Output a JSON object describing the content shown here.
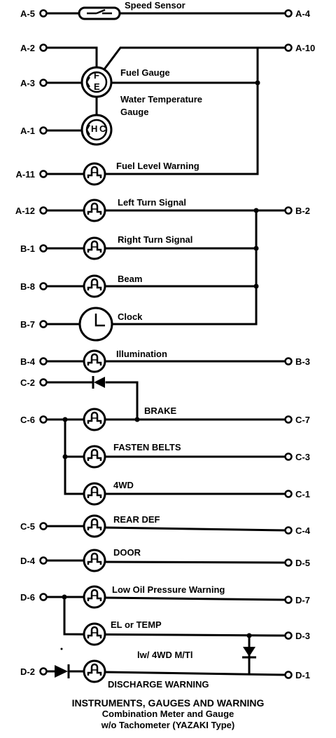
{
  "terminals_left": {
    "a5": "A-5",
    "a2": "A-2",
    "a3": "A-3",
    "a1": "A-1",
    "a11": "A-11",
    "a12": "A-12",
    "b1": "B-1",
    "b8": "B-8",
    "b7": "B-7",
    "b4": "B-4",
    "c2": "C-2",
    "c6": "C-6",
    "c5": "C-5",
    "d4": "D-4",
    "d6": "D-6",
    "d2": "D-2"
  },
  "terminals_right": {
    "a4": "A-4",
    "a10": "A-10",
    "b2": "B-2",
    "b3": "B-3",
    "c7": "C-7",
    "c3": "C-3",
    "c1": "C-1",
    "c4": "C-4",
    "d5": "D-5",
    "d7": "D-7",
    "d3": "D-3",
    "d1": "D-1"
  },
  "labels": {
    "speed_sensor": "Speed Sensor",
    "fuel_gauge": "Fuel Gauge",
    "water_temp_1": "Water Temperature",
    "water_temp_2": "Gauge",
    "fuel_level_warning": "Fuel Level Warning",
    "left_turn": "Left Turn Signal",
    "right_turn": "Right Turn Signal",
    "beam": "Beam",
    "clock": "Clock",
    "illumination": "Illumination",
    "brake": "BRAKE",
    "fasten_belts": "FASTEN BELTS",
    "fourwd": "4WD",
    "rear_def": "REAR DEF",
    "door": "DOOR",
    "low_oil": "Low Oil Pressure Warning",
    "el_temp": "EL or TEMP",
    "w4wd_note": "lw/ 4WD M/Tl",
    "discharge": "DISCHARGE WARNING"
  },
  "gauge_marks": {
    "fuel_f": "F",
    "fuel_e": "E",
    "temp_h": "H",
    "temp_c": "C"
  },
  "caption": {
    "line1": "INSTRUMENTS, GAUGES AND WARNING",
    "line2": "Combination Meter and Gauge",
    "line3": "w/o Tachometer (YAZAKI Type)"
  }
}
